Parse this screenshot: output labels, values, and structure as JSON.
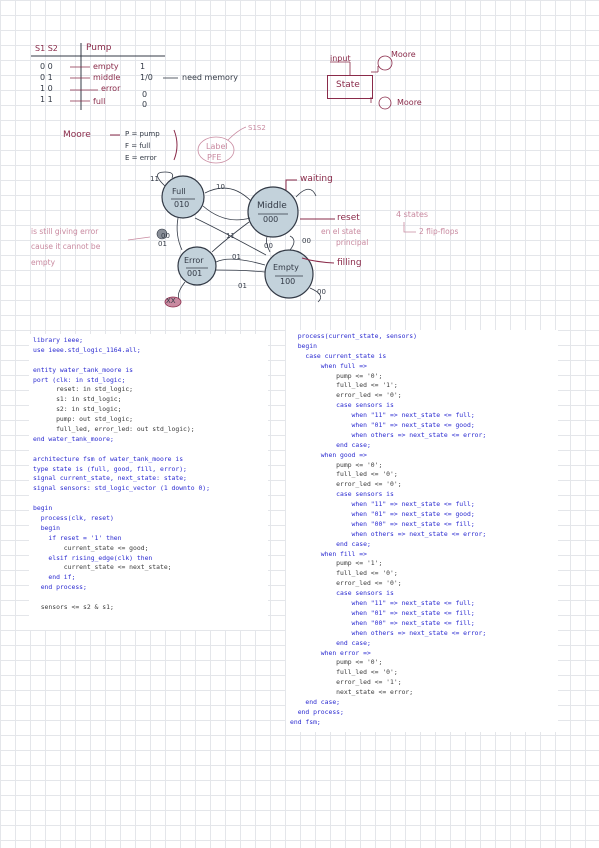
{
  "colors": {
    "ink": "#333a46",
    "accent": "#8a2b4a",
    "pencil": "#c98aa0",
    "grid": "#e4e6ea",
    "keyword": "#2a2ad0",
    "state_fill": "#c3d2db"
  },
  "table": {
    "header_s": "S1 S2",
    "header_pump": "Pump",
    "rows": [
      {
        "bits": "0 0",
        "state": "empty",
        "pump": "1"
      },
      {
        "bits": "0 1",
        "state": "middle",
        "pump": "1/0"
      },
      {
        "bits": "1 0",
        "state": "error",
        "pump": ""
      },
      {
        "bits": "1 1",
        "state": "full",
        "pump": "0"
      }
    ],
    "pump_extra": "0",
    "memory_note": "need memory"
  },
  "moore_block": {
    "input": "input",
    "moore1": "Moore",
    "state": "State",
    "moore2": "Moore"
  },
  "legend": {
    "title": "Moore",
    "items": [
      "P = pump",
      "F = full",
      "E = error"
    ],
    "label": "Label",
    "pfe": "PFE",
    "s1s2": "S1S2"
  },
  "diagram": {
    "states": [
      {
        "name": "Full",
        "code": "010"
      },
      {
        "name": "Middle",
        "code": "000"
      },
      {
        "name": "Error",
        "code": "001"
      },
      {
        "name": "Empty",
        "code": "100"
      }
    ],
    "transitions": [
      "11",
      "10",
      "01",
      "11",
      "00",
      "01",
      "00",
      "00",
      "01",
      "00",
      "XX"
    ],
    "waiting": "waiting",
    "filling": "filling",
    "reset": "reset",
    "reset_note": [
      "en el state",
      "principal"
    ],
    "states_note": "4 states",
    "flipflops_note": "2 flip-flops",
    "error_note": [
      "is still giving error",
      "cause it cannot be",
      "empty"
    ]
  },
  "code_left": [
    "library ieee;",
    "use ieee.std_logic_1164.all;",
    "",
    "entity water_tank_moore is",
    "port (clk: in std_logic;",
    "      reset: in std_logic;",
    "      s1: in std_logic;",
    "      s2: in std_logic;",
    "      pump: out std_logic;",
    "      full_led, error_led: out std_logic);",
    "end water_tank_moore;",
    "",
    "architecture fsm of water_tank_moore is",
    "type state is (full, good, fill, error);",
    "signal current_state, next_state: state;",
    "signal sensors: std_logic_vector (1 downto 0);",
    "",
    "begin",
    "  process(clk, reset)",
    "  begin",
    "    if reset = '1' then",
    "        current_state <= good;",
    "    elsif rising_edge(clk) then",
    "        current_state <= next_state;",
    "    end if;",
    "  end process;",
    "",
    "  sensors <= s2 & s1;"
  ],
  "code_right": [
    "  process(current_state, sensors)",
    "  begin",
    "    case current_state is",
    "        when full =>",
    "            pump <= '0';",
    "            full_led <= '1';",
    "            error_led <= '0';",
    "            case sensors is",
    "                when \"11\" => next_state <= full;",
    "                when \"01\" => next_state <= good;",
    "                when others => next_state <= error;",
    "            end case;",
    "        when good =>",
    "            pump <= '0';",
    "            full_led <= '0';",
    "            error_led <= '0';",
    "            case sensors is",
    "                when \"11\" => next_state <= full;",
    "                when \"01\" => next_state <= good;",
    "                when \"00\" => next_state <= fill;",
    "                when others => next_state <= error;",
    "            end case;",
    "        when fill =>",
    "            pump <= '1';",
    "            full_led <= '0';",
    "            error_led <= '0';",
    "            case sensors is",
    "                when \"11\" => next_state <= full;",
    "                when \"01\" => next_state <= fill;",
    "                when \"00\" => next_state <= fill;",
    "                when others => next_state <= error;",
    "            end case;",
    "        when error =>",
    "            pump <= '0';",
    "            full_led <= '0';",
    "            error_led <= '1';",
    "            next_state <= error;",
    "    end case;",
    "  end process;",
    "end fsm;"
  ]
}
